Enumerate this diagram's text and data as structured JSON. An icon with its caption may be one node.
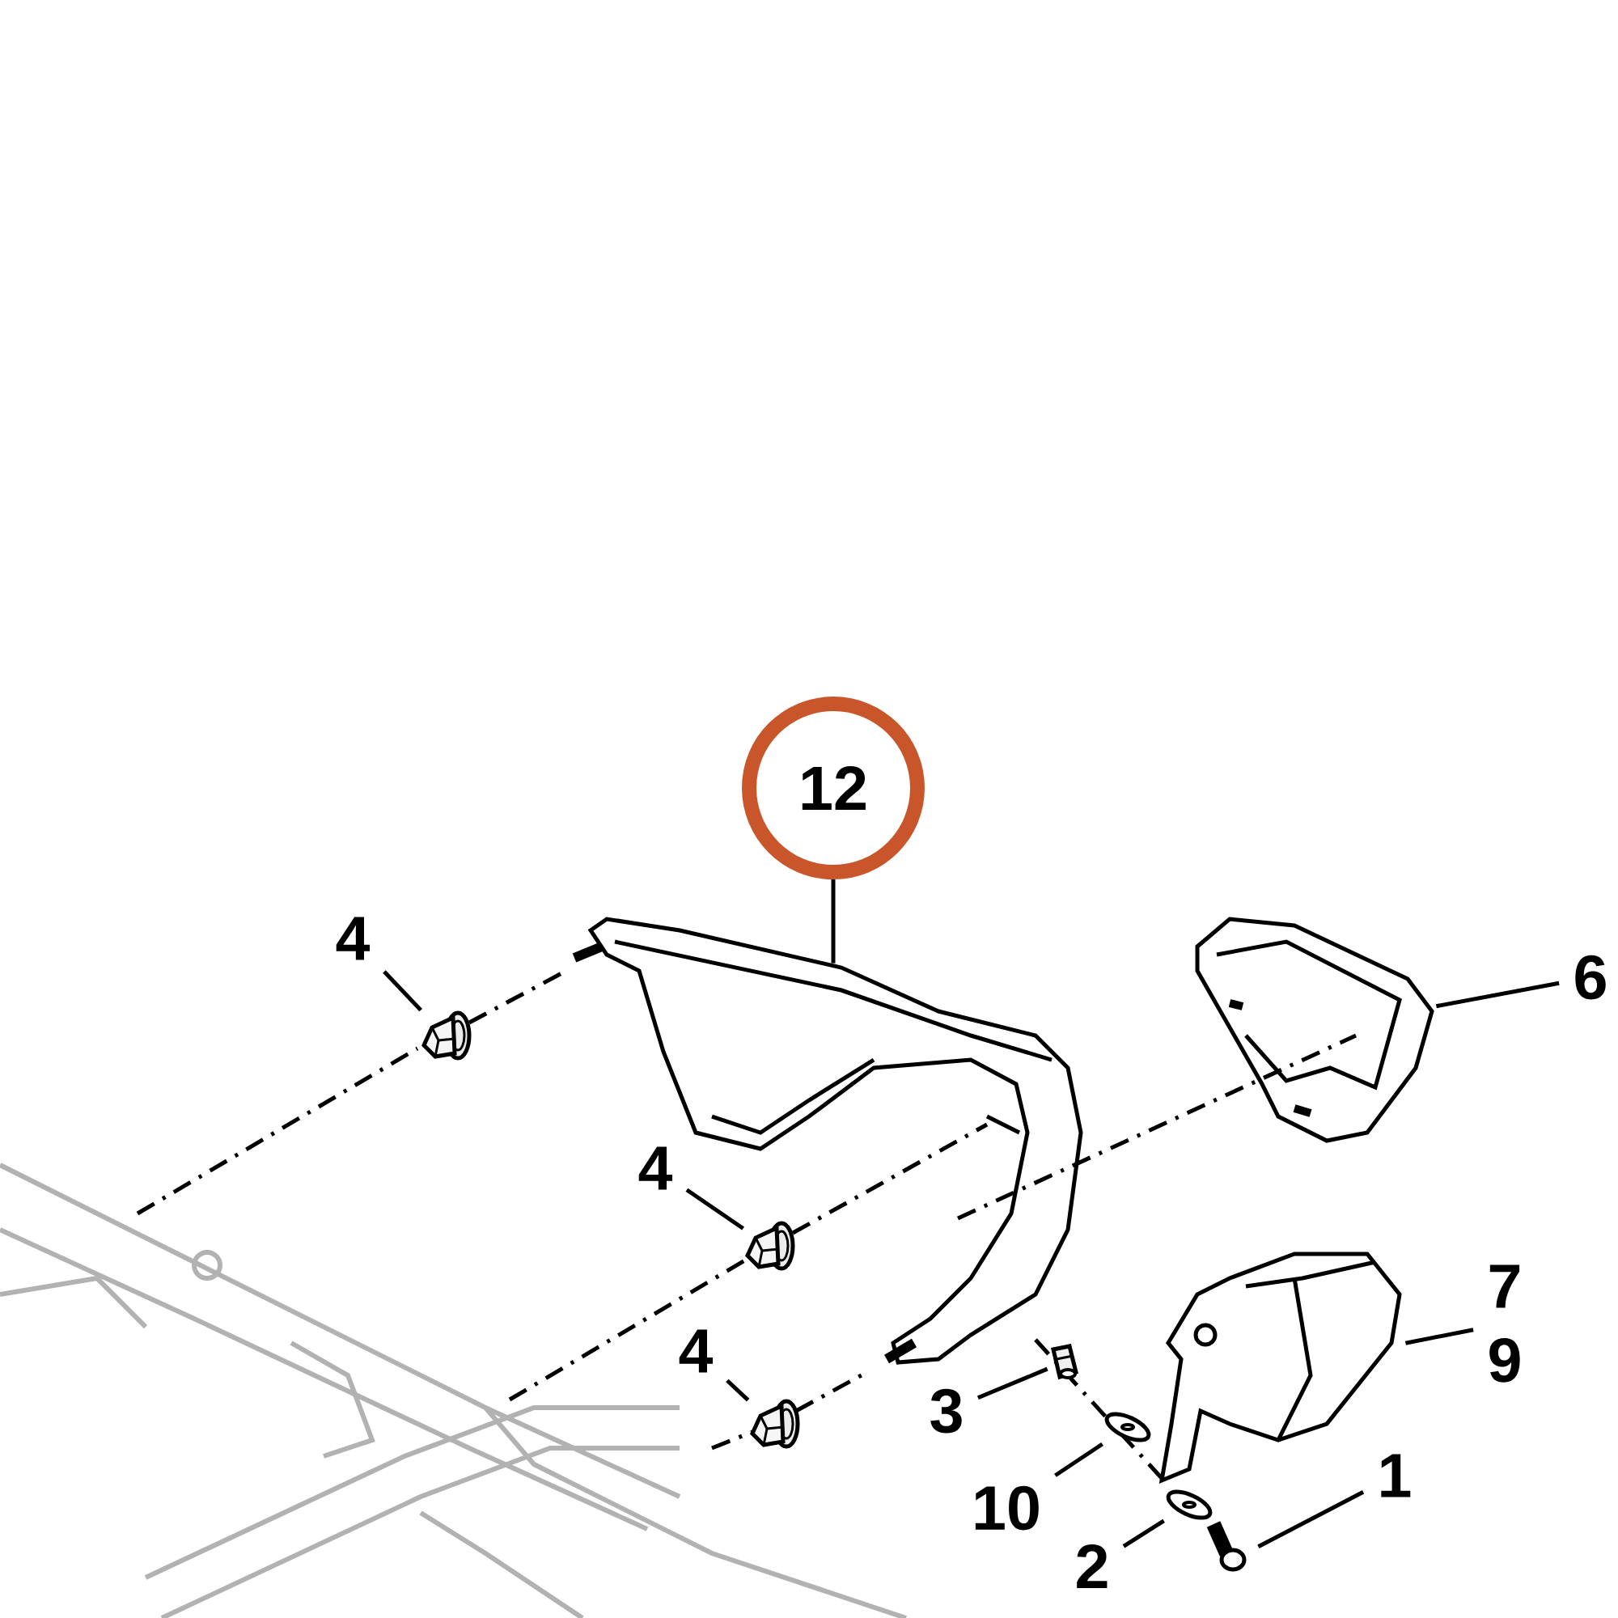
{
  "diagram": {
    "nodes": [
      {
        "text": [
          "12"
        ]
      },
      {
        "text": [
          "4"
        ]
      },
      {
        "text": [],
        "shape": "picture"
      },
      {
        "text": [],
        "shape": "picture"
      },
      {
        "text": [
          "6"
        ]
      },
      {
        "text": [],
        "shape": "picture"
      },
      {
        "text": [
          "4"
        ]
      },
      {
        "text": [],
        "shape": "picture"
      },
      {
        "text": [
          "7",
          "9"
        ]
      },
      {
        "text": [],
        "shape": "picture"
      },
      {
        "text": [
          "4"
        ]
      },
      {
        "text": [],
        "shape": "picture"
      },
      {
        "text": [
          "3"
        ]
      },
      {
        "text": [],
        "shape": "picture"
      },
      {
        "text": [
          "10"
        ]
      },
      {
        "text": [],
        "shape": "picture"
      },
      {
        "text": [
          "1"
        ]
      },
      {
        "text": [
          "2"
        ]
      },
      {
        "text": [],
        "shape": "picture"
      },
      {
        "text": [],
        "shape": "picture"
      }
    ],
    "edges": [
      {
        "from": 0,
        "to": 2,
        "arrow": "none"
      },
      {
        "from": 1,
        "to": 3,
        "arrow": "none"
      },
      {
        "from": 4,
        "to": 5,
        "arrow": "none"
      },
      {
        "from": 6,
        "to": 7,
        "arrow": "none"
      },
      {
        "from": 8,
        "to": 9,
        "arrow": "none"
      },
      {
        "from": 10,
        "to": 11,
        "arrow": "none"
      },
      {
        "from": 12,
        "to": 13,
        "arrow": "none"
      },
      {
        "from": 14,
        "to": 15,
        "arrow": "none"
      },
      {
        "from": 16,
        "to": 19,
        "arrow": "none"
      },
      {
        "from": 17,
        "to": 18,
        "arrow": "none"
      }
    ]
  }
}
